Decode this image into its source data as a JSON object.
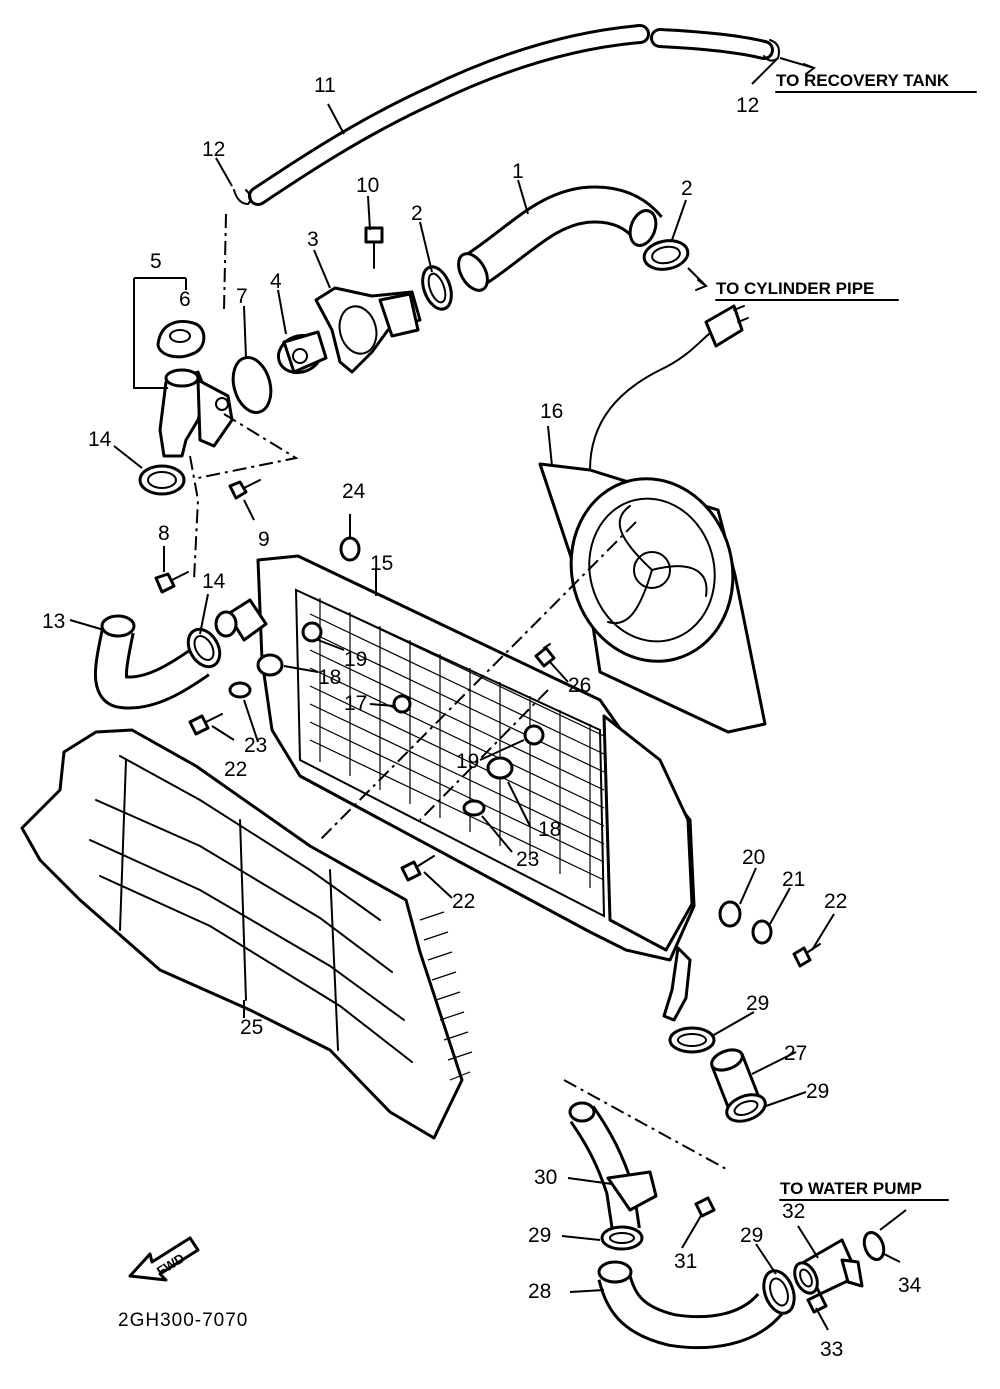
{
  "callouts": {
    "c1": "1",
    "c2a": "2",
    "c2b": "2",
    "c3": "3",
    "c4": "4",
    "c5": "5",
    "c6": "6",
    "c7": "7",
    "c8": "8",
    "c9": "9",
    "c10": "10",
    "c11": "11",
    "c12a": "12",
    "c12b": "12",
    "c13": "13",
    "c14a": "14",
    "c14b": "14",
    "c15": "15",
    "c16": "16",
    "c17": "17",
    "c18a": "18",
    "c18b": "18",
    "c19a": "19",
    "c19b": "19",
    "c20": "20",
    "c21": "21",
    "c22a": "22",
    "c22b": "22",
    "c22c": "22",
    "c23a": "23",
    "c23b": "23",
    "c24": "24",
    "c25": "25",
    "c26": "26",
    "c27": "27",
    "c28": "28",
    "c29a": "29",
    "c29b": "29",
    "c29c": "29",
    "c29d": "29",
    "c30": "30",
    "c31": "31",
    "c32": "32",
    "c33": "33",
    "c34": "34"
  },
  "destinations": {
    "recovery_tank": "TO RECOVERY TANK",
    "cylinder_pipe": "TO CYLINDER PIPE",
    "water_pump": "TO WATER PUMP"
  },
  "fwd_label": "FWD",
  "drawing_code": "2GH300-7070"
}
